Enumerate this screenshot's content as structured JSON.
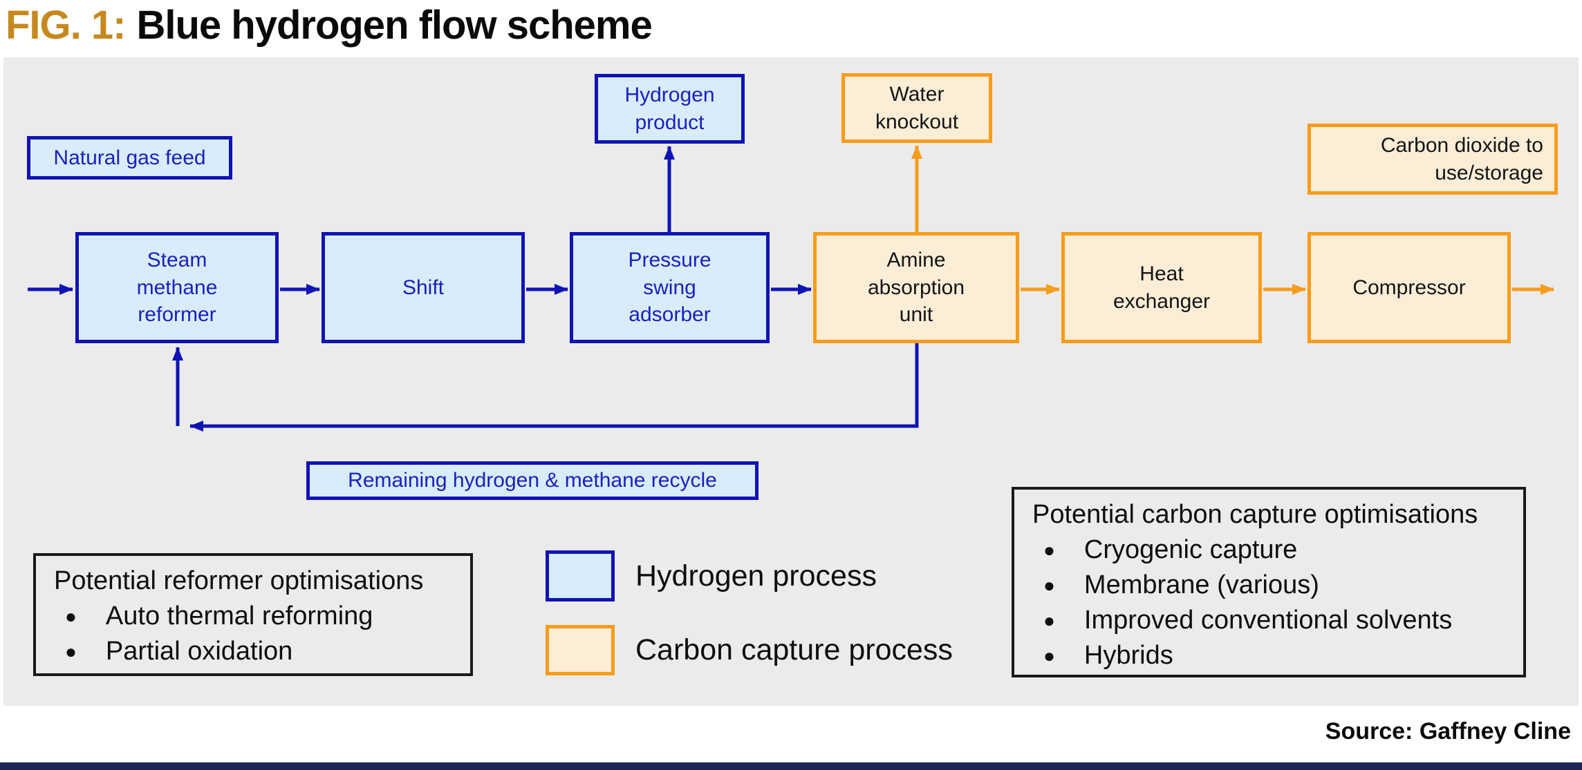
{
  "title": {
    "fig_label": "FIG. 1:",
    "text": "Blue hydrogen flow scheme"
  },
  "nodes": {
    "natural_gas_feed": "Natural gas feed",
    "hydrogen_product": "Hydrogen\nproduct",
    "water_knockout": "Water\nknockout",
    "carbon_dioxide": "Carbon dioxide to\nuse/storage",
    "steam_methane_reformer": "Steam\nmethane\nreformer",
    "shift": "Shift",
    "pressure_swing_adsorber": "Pressure\nswing\nadsorber",
    "amine_absorption_unit": "Amine\nabsorption\nunit",
    "heat_exchanger": "Heat\nexchanger",
    "compressor": "Compressor",
    "recycle_label": "Remaining hydrogen & methane recycle"
  },
  "legend": {
    "items": [
      {
        "label": "Hydrogen process",
        "border": "#1013B4",
        "fill": "#D9ECFC"
      },
      {
        "label": "Carbon capture process",
        "border": "#F79C1B",
        "fill": "#FCEDD6"
      }
    ]
  },
  "reformer_box": {
    "title": "Potential reformer optimisations",
    "items": [
      "Auto thermal reforming",
      "Partial oxidation"
    ]
  },
  "capture_box": {
    "title": "Potential carbon capture optimisations",
    "items": [
      "Cryogenic capture",
      "Membrane (various)",
      "Improved conventional solvents",
      "Hybrids"
    ]
  },
  "bullet": "●",
  "source": "Source: Gaffney Cline",
  "colors": {
    "hydrogen_blue": "#1013B4",
    "hydrogen_fill": "#D9ECFC",
    "capture_orange": "#F79C1B",
    "capture_fill": "#FCEDD6",
    "title_gold": "#C6891F",
    "bottom_bar_navy": "#1E2656",
    "canvas_gray": "#EBEBEB"
  }
}
